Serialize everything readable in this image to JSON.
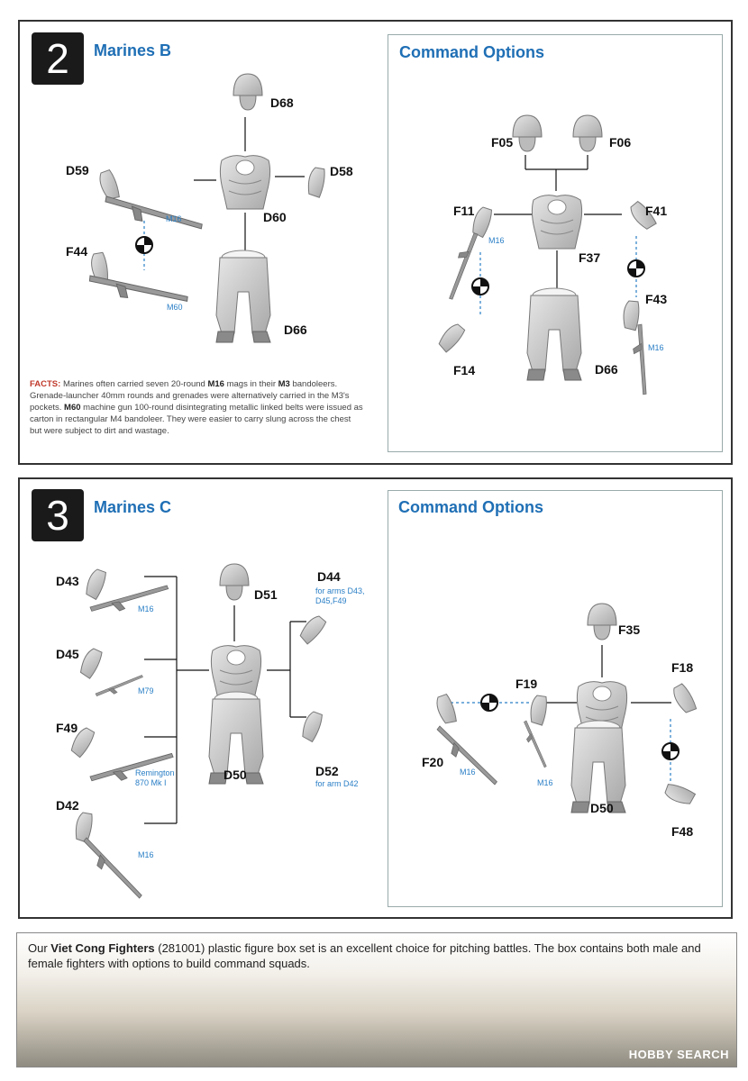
{
  "step2": {
    "number": "2",
    "title": "Marines B",
    "parts": {
      "d68": "D68",
      "d59": "D59",
      "d58": "D58",
      "d60": "D60",
      "f44": "F44",
      "d66": "D66"
    },
    "notes": {
      "m16": "M16",
      "m60": "M60"
    },
    "facts": {
      "label": "FACTS:",
      "t1": " Marines often carried seven 20-round ",
      "b1": "M16",
      "t2": " mags in their ",
      "b2": "M3",
      "t3": " bandoleers. Grenade-launcher 40mm rounds and grenades were alternatively carried in the M3's pockets.  ",
      "b3": "M60",
      "t4": " machine gun 100-round disintegrating metallic linked belts were issued as carton in rectangular M4 bandoleer.  They were easier to carry slung across the chest but were subject to dirt and wastage."
    },
    "options": {
      "title": "Command Options",
      "parts": {
        "f05": "F05",
        "f06": "F06",
        "f11": "F11",
        "f41": "F41",
        "f37": "F37",
        "f43": "F43",
        "f14": "F14",
        "d66": "D66"
      },
      "notes": {
        "m16a": "M16",
        "m16b": "M16"
      }
    }
  },
  "step3": {
    "number": "3",
    "title": "Marines C",
    "parts": {
      "d43": "D43",
      "d51": "D51",
      "d44": "D44",
      "d45": "D45",
      "f49": "F49",
      "d50": "D50",
      "d52": "D52",
      "d42": "D42"
    },
    "notes": {
      "d44_for": "for arms D43,",
      "d44_for2": "D45,F49",
      "m16a": "M16",
      "m79": "M79",
      "remington": "Remington",
      "remington2": "870 Mk I",
      "d52_for": "for arm D42",
      "m16b": "M16"
    },
    "options": {
      "title": "Command Options",
      "parts": {
        "f35": "F35",
        "f18": "F18",
        "f19": "F19",
        "f20": "F20",
        "d50": "D50",
        "f48": "F48"
      },
      "notes": {
        "m16a": "M16",
        "m16b": "M16"
      }
    }
  },
  "banner": {
    "t1": "Our ",
    "b1": "Viet Cong Fighters",
    "t2": " (281001) plastic figure box set is an excellent choice for pitching battles.  The box contains both male and female fighters with options to build command squads.",
    "watermark": "HOBBY SEARCH"
  },
  "colors": {
    "accent": "#1f6fb5",
    "facts": "#c0392b",
    "dark": "#1a1a1a"
  }
}
